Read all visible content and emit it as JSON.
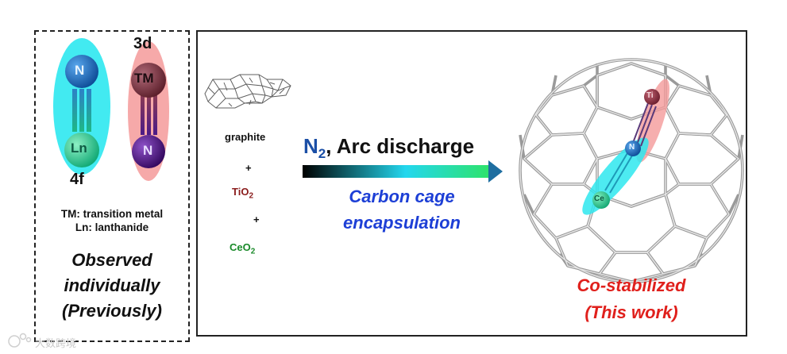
{
  "left": {
    "label_3d": "3d",
    "label_4f": "4f",
    "atom_n_top": "N",
    "atom_ln": "Ln",
    "atom_tm": "TM",
    "atom_n_bottom": "N",
    "note_tm": "TM: transition metal",
    "note_ln": "Ln: lanthanide",
    "observed_line1": "Observed",
    "observed_line2": "individually",
    "observed_line3": "(Previously)"
  },
  "reagents": {
    "graphite": "graphite",
    "plus1": "+",
    "tio2_base": "TiO",
    "tio2_sub": "2",
    "plus2": "+",
    "ceo2_base": "CeO",
    "ceo2_sub": "2"
  },
  "arrow": {
    "n_base": "N",
    "n_sub": "2",
    "title_rest": ", Arc discharge",
    "cage_line1": "Carbon cage",
    "cage_line2": "encapsulation"
  },
  "result": {
    "atom_ti": "Ti",
    "atom_n": "N",
    "atom_ce": "Ce",
    "line1": "Co-stabilized",
    "line2": "(This work)"
  },
  "watermark": "大数跨境",
  "colors": {
    "cyan_glow": "#2ee8ef",
    "pink_glow": "#f49a9a",
    "n_blue": "#1565b8",
    "ln_green": "#18c98a",
    "tm_maroon": "#7c2f3c",
    "n_purple": "#4a1482",
    "blue_text": "#1d3fd6",
    "red_text": "#e0201c",
    "tio2_red": "#8a1c1c",
    "ceo2_green": "#1a8a2a"
  }
}
